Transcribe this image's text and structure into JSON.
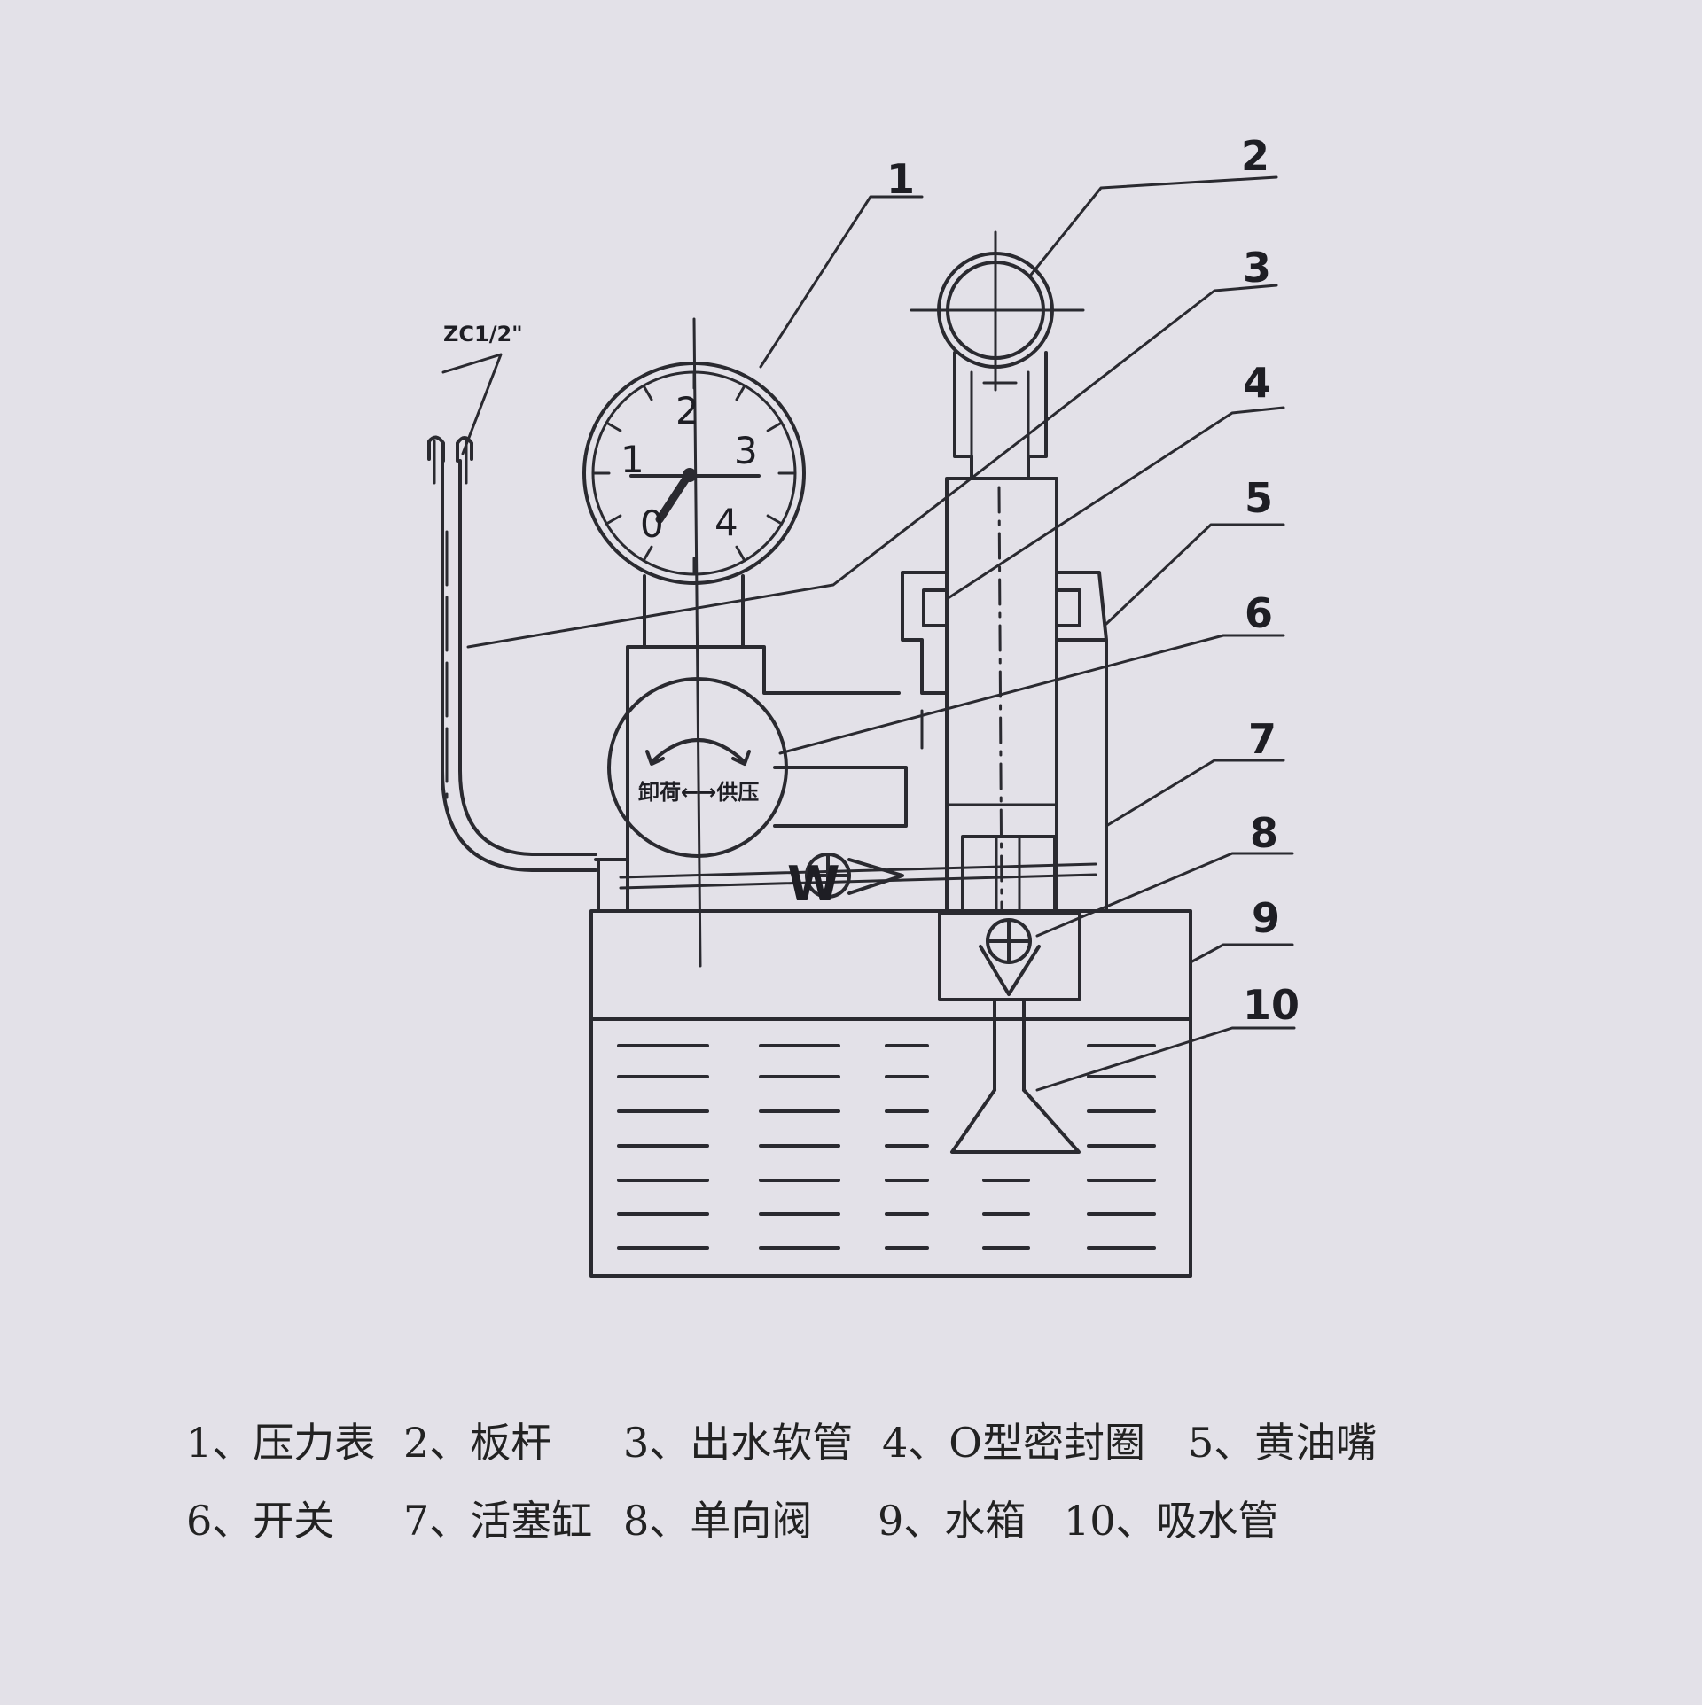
{
  "diagram": {
    "fitting_label": "ZC1/2\"",
    "gauge_numbers": [
      "0",
      "1",
      "2",
      "3",
      "4"
    ],
    "switch_label": "卸荷←→供压",
    "valve_mark": "W",
    "callouts": [
      "1",
      "2",
      "3",
      "4",
      "5",
      "6",
      "7",
      "8",
      "9",
      "10"
    ],
    "line_color": "#2a2a30",
    "paper_color": "#e3e1e8"
  },
  "legend": {
    "row1": [
      "1、压力表",
      "2、板杆",
      "3、出水软管",
      "4、O型密封圈",
      "5、黄油嘴"
    ],
    "row2": [
      "6、开关",
      "7、活塞缸",
      "8、单向阀",
      "9、水箱",
      "10、吸水管"
    ]
  }
}
